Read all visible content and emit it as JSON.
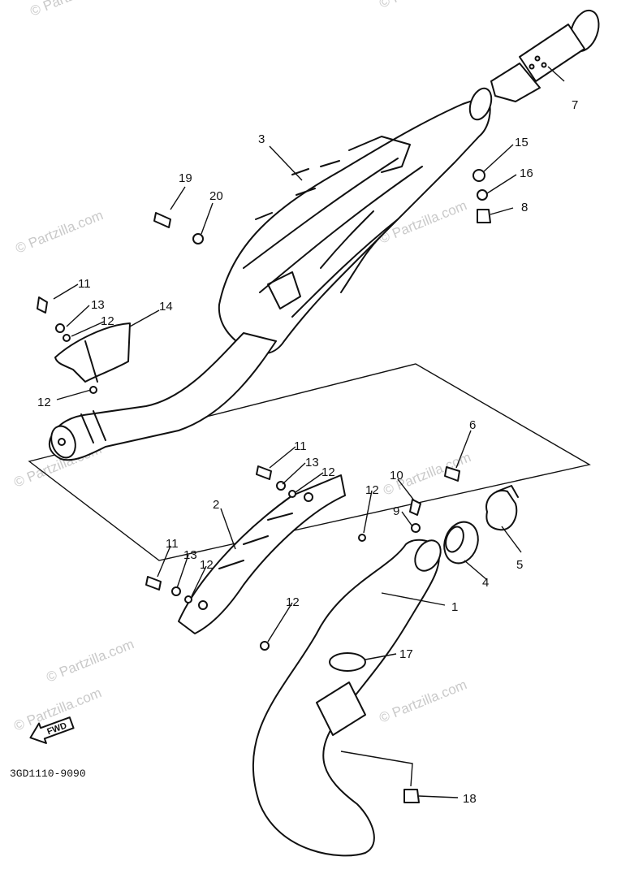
{
  "watermarks": {
    "main": "© Partzilla.com",
    "items": [
      "© Partzilla.com",
      "© Partzilla.com",
      "© Partzilla.com",
      "© Partzilla.com",
      "© Partzilla.com",
      "© Partzilla.com",
      "© Partzilla.com",
      "© Partzilla.com"
    ]
  },
  "callouts": {
    "c1": "1",
    "c2": "2",
    "c3": "3",
    "c4": "4",
    "c5": "5",
    "c6": "6",
    "c7": "7",
    "c8": "8",
    "c9": "9",
    "c10": "10",
    "c11a": "11",
    "c11b": "11",
    "c11c": "11",
    "c12a": "12",
    "c12b": "12",
    "c12c": "12",
    "c12d": "12",
    "c12e": "12",
    "c12f": "12",
    "c13a": "13",
    "c13b": "13",
    "c13c": "13",
    "c14": "14",
    "c15": "15",
    "c16": "16",
    "c17": "17",
    "c18": "18",
    "c19": "19",
    "c20": "20"
  },
  "fwd_label": "FWD",
  "diagram_code": "3GD1110-9090"
}
